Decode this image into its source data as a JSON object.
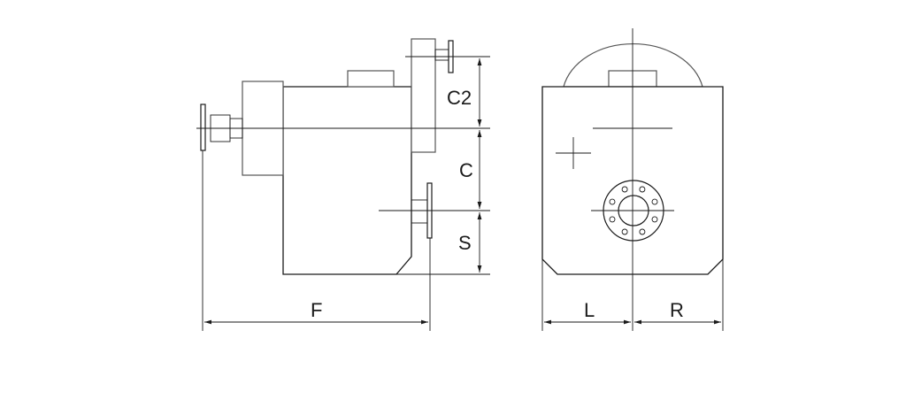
{
  "labels": {
    "F": "F",
    "C2": "C2",
    "C": "C",
    "S": "S",
    "L": "L",
    "R": "R"
  },
  "colors": {
    "stroke": "#1a1a1a",
    "secondary_stroke": "#555555",
    "background": "#ffffff"
  }
}
